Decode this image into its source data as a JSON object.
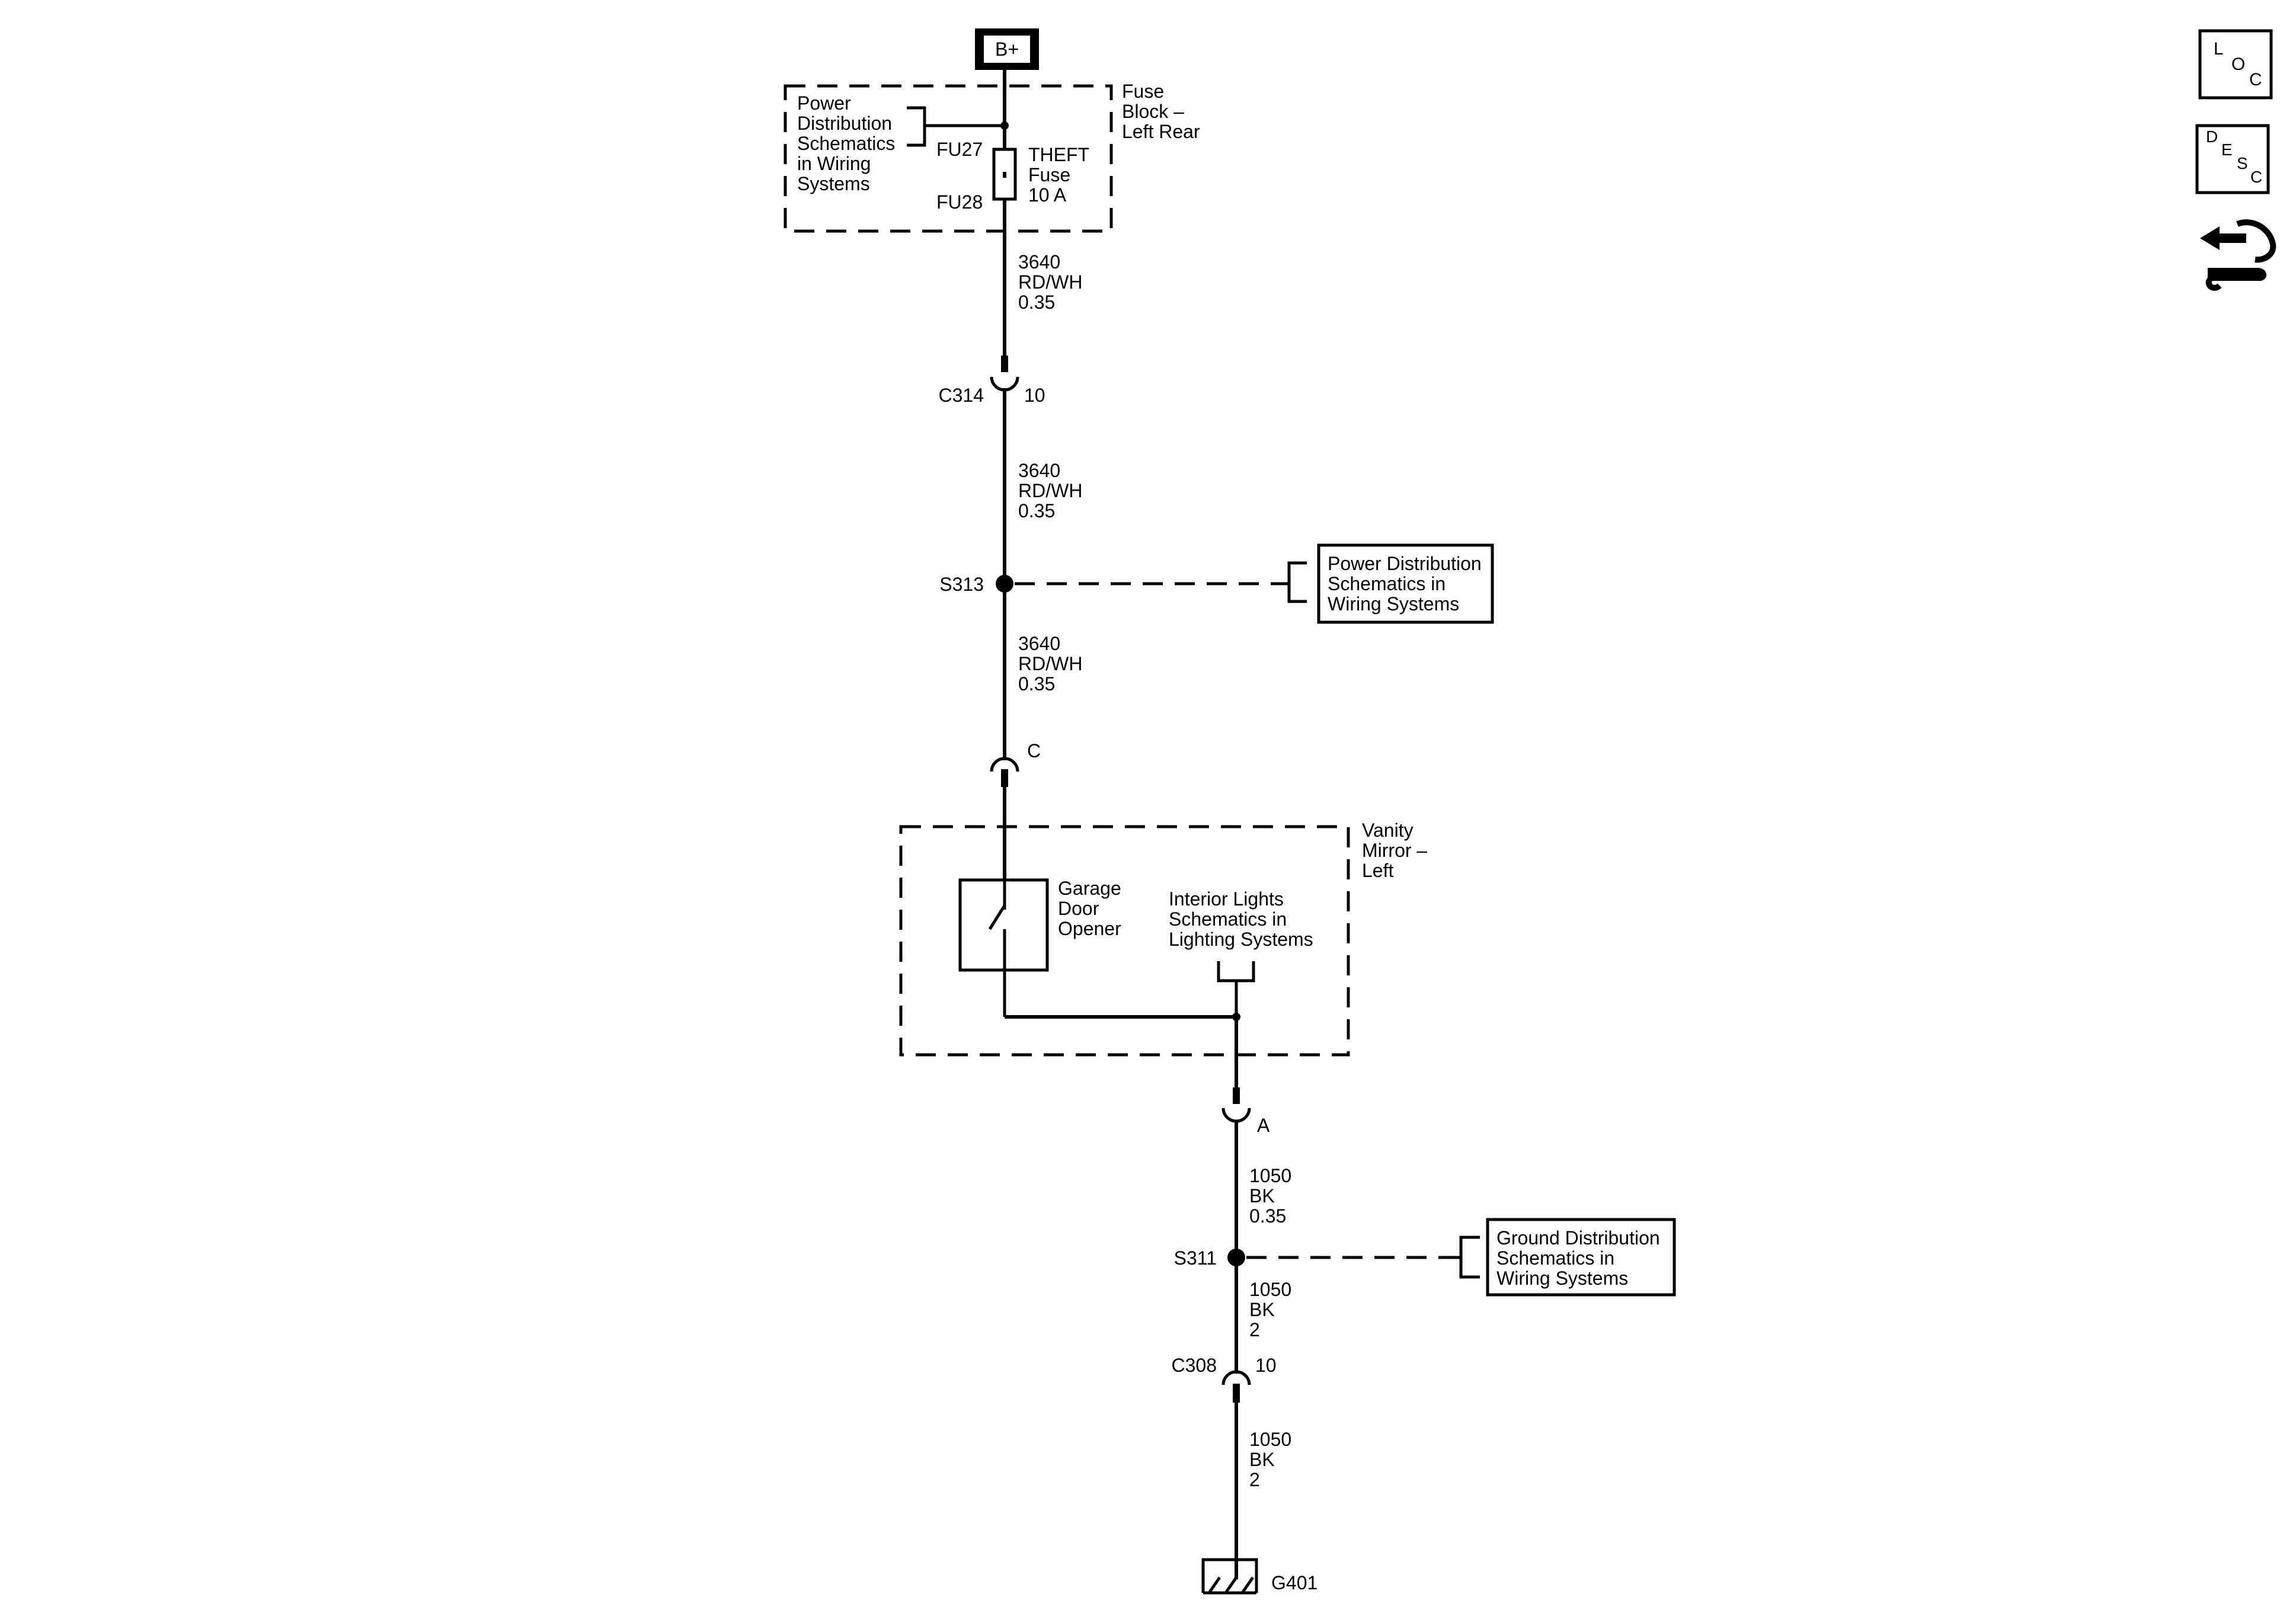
{
  "battery": {
    "label": "B+"
  },
  "fuse_block": {
    "name_lines": [
      "Fuse",
      "Block –",
      "Left Rear"
    ],
    "ref_lines": [
      "Power",
      "Distribution",
      "Schematics",
      "in Wiring",
      "Systems"
    ],
    "pin_top": "FU27",
    "pin_bottom": "FU28",
    "fuse_lines": [
      "THEFT",
      "Fuse",
      "10 A"
    ]
  },
  "wires": {
    "w1": [
      "3640",
      "RD/WH",
      "0.35"
    ],
    "w2": [
      "3640",
      "RD/WH",
      "0.35"
    ],
    "w3": [
      "3640",
      "RD/WH",
      "0.35"
    ],
    "w4": [
      "1050",
      "BK",
      "0.35"
    ],
    "w5": [
      "1050",
      "BK",
      "2"
    ],
    "w6": [
      "1050",
      "BK",
      "2"
    ]
  },
  "connectors": {
    "c314": {
      "name": "C314",
      "pin": "10"
    },
    "vanity_c": {
      "pin": "C"
    },
    "vanity_a": {
      "pin": "A"
    },
    "c308": {
      "name": "C308",
      "pin": "10"
    }
  },
  "splices": {
    "s313": {
      "name": "S313"
    },
    "s311": {
      "name": "S311"
    }
  },
  "refs": {
    "power_dist": [
      "Power Distribution",
      "Schematics in",
      "Wiring Systems"
    ],
    "ground_dist": [
      "Ground Distribution",
      "Schematics in",
      "Wiring Systems"
    ]
  },
  "vanity_mirror": {
    "name_lines": [
      "Vanity",
      "Mirror –",
      "Left"
    ],
    "garage_lines": [
      "Garage",
      "Door",
      "Opener"
    ],
    "interior_lines": [
      "Interior Lights",
      "Schematics in",
      "Lighting Systems"
    ]
  },
  "ground": {
    "name": "G401"
  },
  "icons": {
    "loc": [
      "L",
      "O",
      "C"
    ],
    "desc": [
      "D",
      "E",
      "S",
      "C"
    ],
    "connector_icon": "connector-tool-icon"
  }
}
